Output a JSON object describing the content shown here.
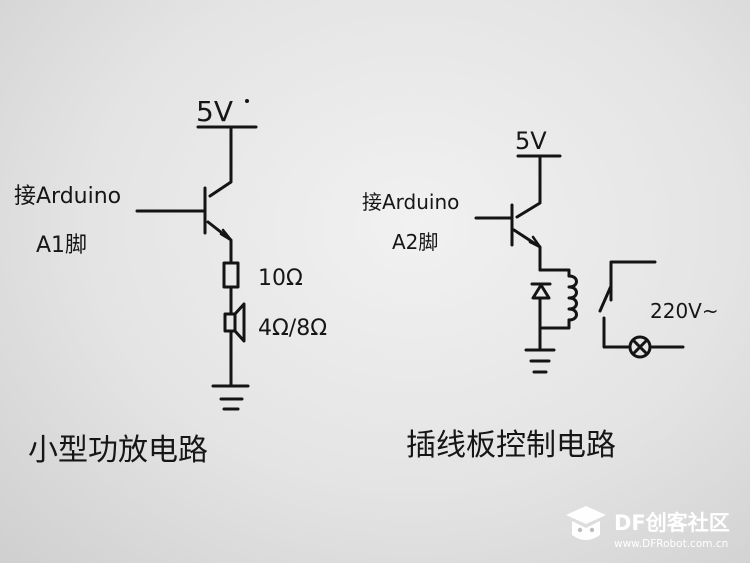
{
  "left_circuit": {
    "supply_label": "5V",
    "input_label_line1": "接Arduino",
    "input_label_line2": "A1脚",
    "resistor_label": "10Ω",
    "speaker_label": "4Ω/8Ω",
    "caption": "小型功放电路"
  },
  "right_circuit": {
    "supply_label": "5V",
    "input_label_line1": "接Arduino",
    "input_label_line2": "A2脚",
    "load_label": "220V~",
    "caption": "插线板控制电路"
  },
  "watermark": {
    "brand": "DF创客社区",
    "url": "www.DFRobot.com.cn"
  }
}
